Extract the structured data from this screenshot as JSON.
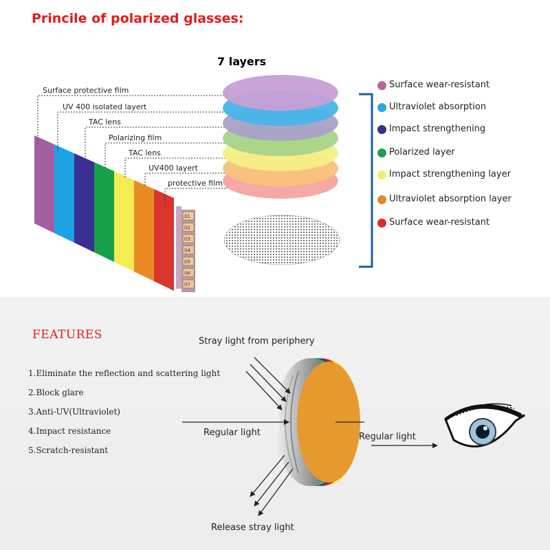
{
  "title": "Princile of polarized glasses:",
  "layers_title": "7 layers",
  "left_labels": [
    "Surface protective film",
    "UV 400 isolated layert",
    "TAC lens",
    "Polarizing film",
    "TAC lens",
    "UV400 layert",
    "protective film"
  ],
  "layer_numbers": [
    "01",
    "02",
    "03",
    "04",
    "05",
    "06",
    "07"
  ],
  "legend": [
    {
      "label": "Surface wear-resistant",
      "color": "#b4669e"
    },
    {
      "label": "Ultraviolet absorption",
      "color": "#2aa8e0"
    },
    {
      "label": "Impact strengthening",
      "color": "#3a2d8f"
    },
    {
      "label": "Polarized layer",
      "color": "#1fa04a"
    },
    {
      "label": "Impact strengthening layer",
      "color": "#f2ee6e"
    },
    {
      "label": "Ultraviolet absorption layer",
      "color": "#e0892a"
    },
    {
      "label": "Surface wear-resistant",
      "color": "#dd2a2a"
    }
  ],
  "stripe_colors": [
    "#a45fa0",
    "#1da2e3",
    "#3a2f92",
    "#16a048",
    "#f4ec52",
    "#e88b25",
    "#d9362b"
  ],
  "disc_colors": [
    "#c79fd6",
    "#48b4ea",
    "#a9a2c9",
    "#a6d48a",
    "#f6ef86",
    "#f8c27a",
    "#f6a3a2"
  ],
  "features_title": "FEATURES",
  "features": [
    "1.Eliminate the reflection and scattering light",
    "2.Block glare",
    "3.Anti-UV(Ultraviolet)",
    "4.Impact resistance",
    "5.Scratch-resistant"
  ],
  "diagram": {
    "stray_light": "Stray light from periphery",
    "regular_light_in": "Regular light",
    "regular_light_out": "Regular light",
    "release_stray": "Release stray light"
  }
}
